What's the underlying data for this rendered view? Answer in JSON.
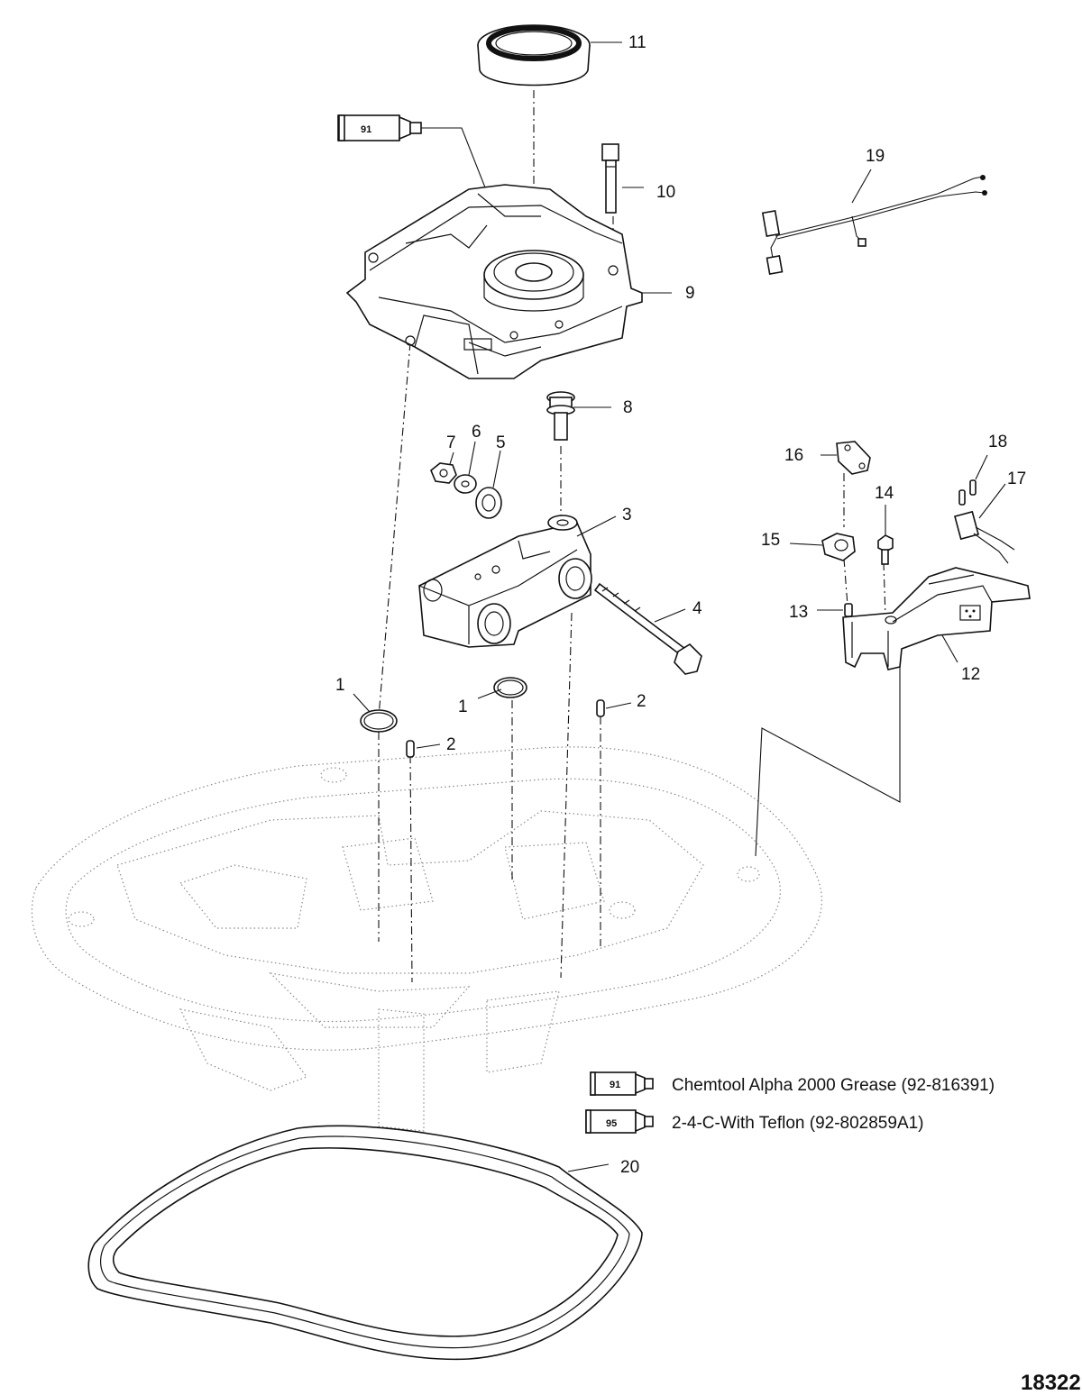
{
  "callouts": {
    "c1a": "1",
    "c1b": "1",
    "c2a": "2",
    "c2b": "2",
    "c3": "3",
    "c4": "4",
    "c5": "5",
    "c6": "6",
    "c7": "7",
    "c8": "8",
    "c9": "9",
    "c10": "10",
    "c11": "11",
    "c12": "12",
    "c13": "13",
    "c14": "14",
    "c15": "15",
    "c16": "16",
    "c17": "17",
    "c18": "18",
    "c19": "19",
    "c20": "20"
  },
  "tube_labels": {
    "on_part": "91"
  },
  "legend": [
    {
      "code": "91",
      "text": "Chemtool Alpha 2000 Grease (92-816391)"
    },
    {
      "code": "95",
      "text": "2-4-C-With Teflon (92-802859A1)"
    }
  ],
  "figure_id": "18322"
}
